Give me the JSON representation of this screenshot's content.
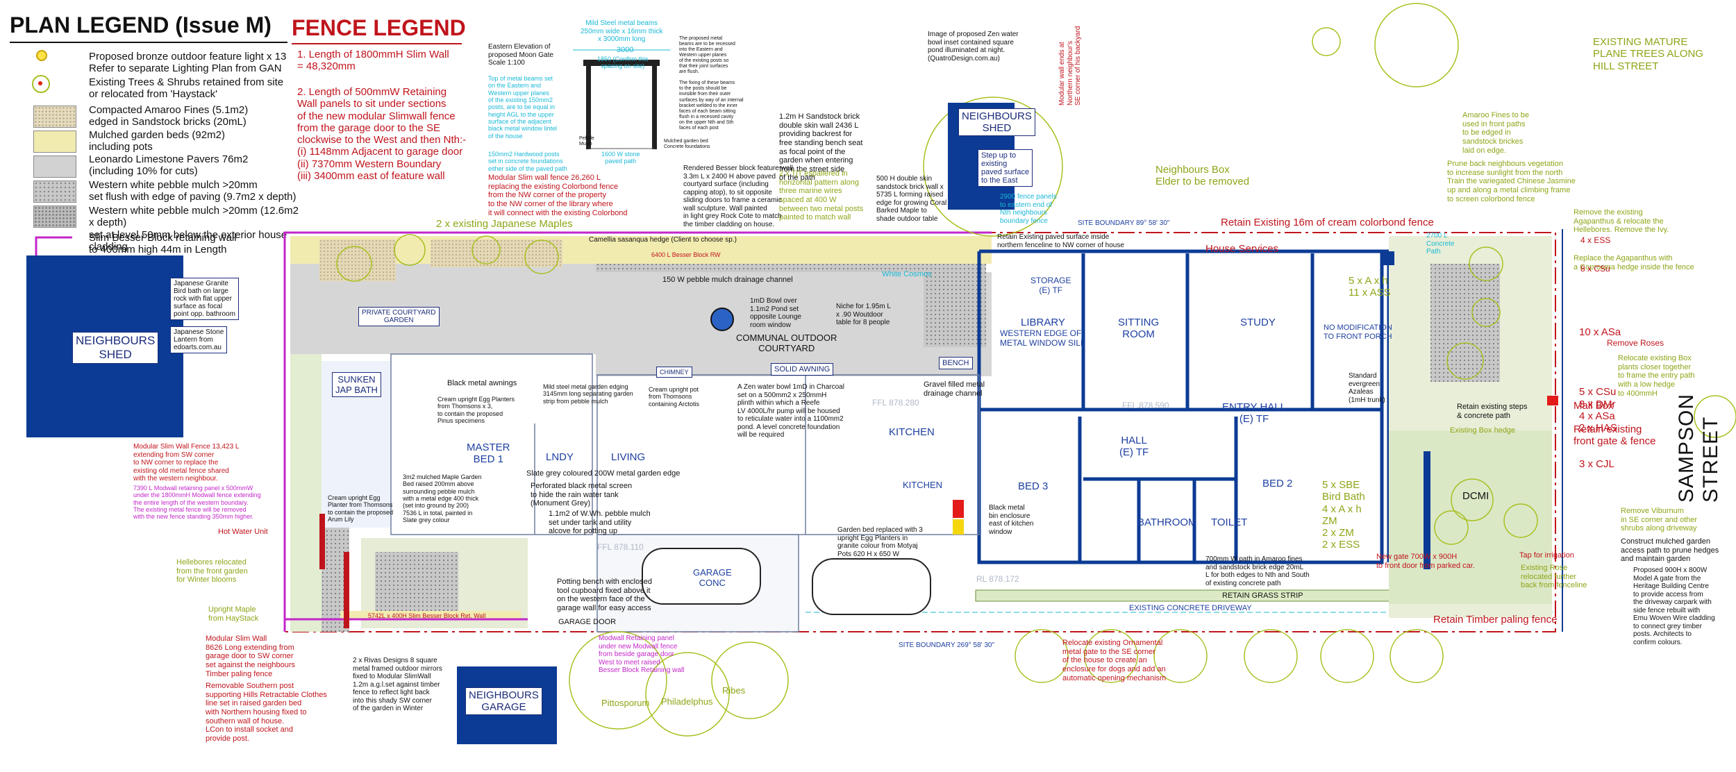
{
  "legend": {
    "title": "PLAN LEGEND (Issue M)",
    "items": [
      "Proposed bronze outdoor feature light x 13\nRefer to separate Lighting Plan from GAN",
      "Existing Trees & Shrubs retained from site\nor relocated from 'Haystack'",
      "Compacted Amaroo Fines (5.1m2)\nedged in Sandstock bricks (20mL)",
      "Mulched garden beds (92m2)\nincluding pots",
      "Leonardo Limestone Pavers 76m2\n(including 10%  for cuts)",
      "Western white pebble mulch >20mm\nset flush with edge of paving (9.7m2 x depth)",
      "Western white pebble mulch >20mm (12.6m2 x depth)\nset at level 50mm below the exterior house cladding",
      "Slim Besser Block retaining wall\nto 400mm high 44m in Length\nwith capping"
    ]
  },
  "fence_legend": {
    "title": "FENCE LEGEND",
    "item1": "1.  Length of 1800mmH Slim Wall\n     = 48,320mm",
    "item2": "2.  Length of 500mmW Retaining\n     Wall panels to sit under sections\n     of the new modular Slimwall fence\n     from the garage door to the SE\n     clockwise to the West and then Nth:-\n     (i)   1148mm Adjacent to garage door\n     (ii)  7370mm Western Boundary\n     (iii) 3400mm east of feature wall"
  },
  "moon_gate": {
    "title": "Eastern Elevation of\nproposed Moon Gate\nScale 1:100",
    "beams": "Mild Steel metal beams\n250mm wide x 16mm thick\nx 3000mm long",
    "dim_3000": "3000",
    "dim_1850": "1850 (Confirm this\nspacing on site)",
    "top_beams": "Top of metal beams set\non the Eastern and\nWestern upper planes\nof the existing 150mm2\nposts, are to be equal in\nheight AGL to the upper\nsurface of the adjacent\nblack metal window lintel\nof the house",
    "hardwood": "150mm2 Hardwood posts\nset in concrete foundations\neither side of the paved path",
    "paved": "1600 W stone\npaved path",
    "recessed": "The proposed metal\nbeams are to be recessed\ninto the Eastern and\nWestern upper planes\nof the existing posts so\nthat their joint surfaces\nare flush.\n\nThe fixing of these beams\nto the posts should be\ninvisible from their outer\nsurfaces by way of an internal\nbracket welded to the inner\nfaces of each beam sitting\nflush in a recessed cavity\non the upper Nth and Sth\nfaces of each post",
    "pebble_mulch": "Pebble\nMulch",
    "mulched_bed": "Mulched garden bed\nConcrete foundations"
  },
  "zen_pond": "Image of proposed Zen water\nbowl inset contained square\npond illuminated at night.\n(QuatroDesign.com.au)",
  "neighbours_shed_top": "NEIGHBOURS\nSHED",
  "step_up": "Step up to\nexisting\npaved surface\nto the East",
  "modular_wall_ends": "Modular wall ends at\nNorthern neighbour's\nSE corner of his backyard",
  "neighbours_box": "Neighbours Box\nElder to be removed",
  "existing_trees": "EXISTING MATURE\nPLANE TREES ALONG\nHILL STREET",
  "amaroo_fines": "Amaroo Fines to be\nused in front paths\nto be edged in\nsandstock brickes\nlaid on edge.",
  "prune_back": "Prune back neighbours vegetation\nto increase sunlight from the north\nTrain the variegated Chinese Jasmine\nup and along a metal climbing frame\nto screen colorbond fence",
  "remove_agapanthus": "Remove the existing\nAgapanthus & relocate the\nHellebores. Remove the Ivy.",
  "replace_agapanthus": "Replace the Agapanthus with\na Coprosma hedge inside the fence",
  "sandstone_brick": "1.2m H Sandstock brick\ndouble skin wall 2436 L\nproviding backrest for\nfree standing bench seat\nas focal point of the\ngarden when entering\nfrom the street side\nof the path",
  "espaliered": "2 x TjT espaliered in\nhorizontal pattern along\nthree marine wires\nspaced at 400 W\nbetween two metal posts\npainted to match wall",
  "skin_sandstock": "500 H double skin\nsandstock brick wall x\n5735 L forming raised\nedge for growing Coral\nBarked Maple to\nshade outdoor table",
  "fence_panels_2900": "2900 fence panels\nto eastern end of\nNth neighbours\nboundary fence",
  "site_boundary_top": "SITE BOUNDARY 89° 58' 30\"",
  "retain_16m": "Retain Existing 16m of cream colorbond fence",
  "house_services": "House Services",
  "retain_paved": "Retain Existing paved surface inside\nnorthern fenceline to NW corner of house",
  "concrete_path": "2700 L\nConcrete\nPath",
  "rendered_besser": "Rendered Besser block feature wall\n3.3m L x 2400 H above paved\ncourtyard surface (including\ncapping atop), to sit opposite\nsliding doors to frame a ceramic\nwall sculpture. Wall painted\nin light grey Rock Cote to match\nthe timber cladding on house.",
  "modular_slim_26": "Modular Slim wall fence 26,260 L\nreplacing the existing Colorbond fence\nfrom the NW corner of the property\nto the NW corner of the library where\nit will connect with the existing Colorbond",
  "japanese_granite": "Japanese Granite\nBird bath on large\nrock with flat upper\nsurface as focal\npoint opp. bathroom",
  "japanese_stone": "Japanese Stone\nLantern from\nedoarts.com.au",
  "neighbours_shed_left": "NEIGHBOURS\nSHED",
  "private_courtyard": "PRIVATE COURTYARD\nGARDEN",
  "sunken_jap": "SUNKEN\nJAP BATH",
  "master_bed": "MASTER\nBED 1",
  "lndy": "LNDY",
  "living": "LIVING",
  "kitchen_main": "KITCHEN",
  "kitchen2": "KITCHEN",
  "communal": "COMMUNAL OUTDOOR\nCOURTYARD",
  "solid_awning": "SOLID AWNING",
  "chimney": "CHIMNEY",
  "pebble_drainage": "150 W pebble mulch drainage channel",
  "one_md_bowl": "1mD Bowl over\n1.1m2 Pond set\nopposite Lounge\nroom window",
  "niche": "Niche for 1.95m L\nx .90 Woutdoor\ntable for 8 people",
  "white_cosmos": "White Cosmos",
  "bench": "BENCH",
  "gravel_drain": "Gravel filled metal\ndrainage channel",
  "black_awning": "Black metal awnings",
  "cream_upright": "Cream upright Egg Planters\nfrom Thomsons x 3,\nto contain the proposed\nPinus specimens",
  "mild_steel_edging": "Mild steel metal garden edging\n3145mm long separating garden\nstrip from pebble mulch",
  "cream_pot": "Cream upright pot\nfrom Thomsons\ncontaining Arctotis",
  "zen_bowl": "A Zen water bowl 1mD in Charcoal\nset on a 500mm2 x 250mmH\nplinth within which a Reefe\nLV 4000L/hr pump will be housed\nto reticulate water into a 1100mm2\npond.  A level concrete foundation\nwill be required",
  "slate_grey": "Slate grey coloured 200W metal garden edge",
  "perforated": "Perforated black metal screen\nto hide the rain water tank\n(Monument Grey)",
  "pebble_1_1": "1.1m2 of W.Wh. pebble mulch\nset under tank and utility\nalcove for potting up",
  "potting_bench": "Potting bench with enclosed\ntool cupboard fixed above it\non the western face of the\ngarage wall for easy access",
  "garage_conc": "GARAGE\nCONC",
  "garage_door": "GARAGE DOOR",
  "maple_3m2": "3m2 mulched Maple Garden\nBed raised 200mm above\nsurrounding pebble mulch\nwith a metal edge 400 thick\n(set into ground by 200)\n7536 L in total, painted in\nSlate grey colour",
  "cream_arum": "Cream upright Egg\nPlanter from Thomsons\nto contain the proposed\nArum Lily",
  "hot_water": "Hot Water Unit",
  "modular_13": "Modular Slim Wall Fence 13,423 L\nextending from SW corner\nto NW corner to replace the\nexisting old metal fence shared\nwith the western neighbour.",
  "modwall_7390": "7390 L Modwall retaining panel x 500mmW\nunder the 1800mmH Modwall fence extending\nthe entire length of the western boundary.\nThe existing metal fence will be removed\nwith the new fence standing 350mm higher.",
  "hellebores": "Hellebores relocated\nfrom the front garden\nfor Winter blooms",
  "upright_maple": "Upright Maple\nfrom HayStack",
  "modular_slim_8626": "Modular Slim Wall\n8626 Long extending from\ngarage door to SW corner\nset against the neighbours\nTimber paling fence",
  "removable_post": "Removable Southern post\nsupporting Hills Retractable Clothes\nline set in raised garden bed\nwith Northern housing fixed to\nsouthern wall of house.\nLCon to install socket and\nprovide post.",
  "rivas": "2 x Rivas Designs  8 square\nmetal framed outdoor mirrors\nfixed to Modular SlimWall\n1.2m a.g.l.set against timber\nfence to reflect light back\ninto this shady SW corner\nof the garden in Winter",
  "neighbours_garage": "NEIGHBOURS\nGARAGE",
  "modwall_retaining": "Modwall Retaining panel\nunder new Modwall fence\nfrom beside garage door\nWest to meet raised\nBesser Block Retaining wall",
  "pittosporum": "Pittosporum",
  "philadelphus": "Philadelphus",
  "ribes": "Ribes",
  "besser_5742": "5742L x 400H Slim Besser Block Ret. Wall",
  "garden_bed_replaced": "Garden bed replaced with 3\nupright Egg Planters in\ngranite colour from Motyaj\nPots 620 H x 650 W",
  "black_bin": "Black metal\nbin enclosure\neast of kitchen\nwindow",
  "bed3": "BED 3",
  "bathroom": "BATHROOM",
  "toilet": "TOILET",
  "bed2": "BED 2",
  "hall": "HALL\n(E) TF",
  "entry_hall": "ENTRY HALL\n(E) TF",
  "sitting_room": "SITTING\nROOM",
  "study": "STUDY",
  "library": "LIBRARY",
  "storage": "STORAGE\n(E) TF",
  "western_edge": "WESTERN EDGE OF\nMETAL WINDOW SILL",
  "no_modification": "NO MODIFICATION\nTO FRONT PORCH",
  "azaleas": "Standard\nevergreen\nAzaleas\n(1mH trunk)",
  "path_700": "700mm W path in Amaroo fines\nand sandstock brick edge 20mL\nL for both edges to Nth and South\nof existing concrete path",
  "retain_grass": "RETAIN GRASS STRIP",
  "existing_driveway": "EXISTING CONCRETE DRIVEWAY",
  "site_boundary_bottom": "SITE BOUNDARY 269° 58' 30\"",
  "relocate_gate": "Relocate existing Ornamental\nmetal gate to the SE corner\nof the house to create an\nenclosure for dogs and add an\nautomatic opening mechanism",
  "new_gate": "New gate 700W x 900H\nto front door from parked car.",
  "retain_timber": "Retain Timber paling fence",
  "tap_irrigation": "Tap for irrigation",
  "existing_rose": "Existing Rose\nrelocated further\nback from fenceline",
  "remove_viburnum": "Remove Viburnum\nin SE corner and other\nshrubs along driveway",
  "construct_mulched": "Construct mulched garden\naccess path to prune hedges\nand maintain garden",
  "proposed_gate": "Proposed 900H x 800W\nModel A gate from the\nHeritage Building Centre\nto provide access from\nthe driveway carpark with\nside fence rebuilt with\nEmu Woven Wire cladding\nto connect grey timber\nposts. Architects to\nconfirm colours.",
  "sampson_street": "SAMPSON STREET",
  "mail_box": "Mail Box",
  "retain_front_gate": "Retain existing\nfront gate & fence",
  "relocate_box": "Relocate existing Box\nplants closer together\nto frame the entry path\nwith a low hedge\nto 400mmH",
  "retain_steps": "Retain existing steps\n& concrete path",
  "existing_box_hedge": "Existing Box hedge",
  "remove_roses": "Remove Roses",
  "ffl_878_280": "FFL 878.280",
  "ffl_878_590": "FFL 878.590",
  "ffl_878_110": "FFL 878.110",
  "rl_878_172": "RL 878.172",
  "japanese_maples": "2 x existing Japanese Maples",
  "camellia": "Camellia sasanqua hedge (Client to choose sp.)",
  "besser_6400": "6400 L Besser Block RW",
  "plant_counts_right": "5 x A x h\n11 x ASS",
  "plant_counts_lower_right": "5 x SBE\nBird Bath\n4 x A x h\nZM\n2 x ZM\n2 x ESS",
  "right_plants": "10 x ASa\n\n\n\n\n5 x CSu\n3 x DMr\n4 x ASa\n2 x HAS\n\n\n3 x CJL",
  "right_top_plants": "4 x ESS\n\n\n8 x CSu",
  "bird_bath_box": "DCMI",
  "colors": {
    "blue": "#0b3b94",
    "red": "#c0141c",
    "green": "#8ea517",
    "cyan": "#19b8d6",
    "magenta": "#c326c9",
    "paver": "#d7d7d7",
    "mulch": "#f0e7a6",
    "lawn": "#e2edd1"
  }
}
